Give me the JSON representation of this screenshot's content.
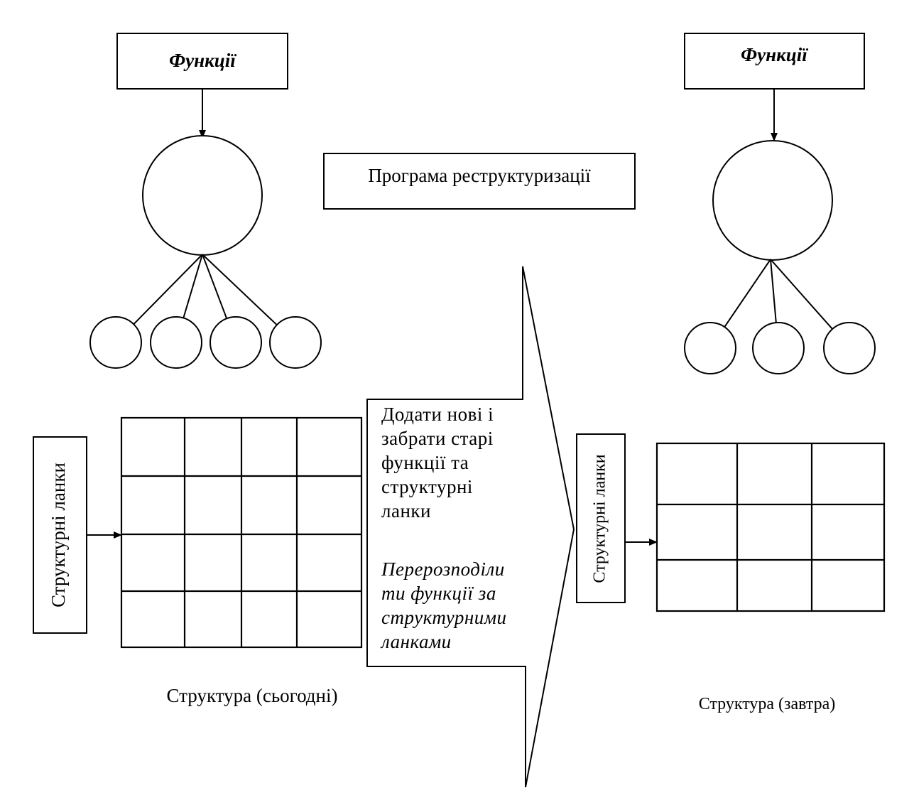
{
  "left": {
    "functions_title": "Функції",
    "units_label": "Структурні ланки",
    "caption": "Структура (сьогодні)",
    "child_count": 4,
    "grid": {
      "rows": 4,
      "cols": 4
    }
  },
  "center": {
    "program_title": "Програма реструктуризації",
    "action1_lines": [
      "Додати нові і",
      "забрати старі",
      "функції та",
      "структурні",
      "ланки"
    ],
    "action2_lines": [
      "Перерозподіли",
      "ти функції за",
      "структурними",
      "ланками"
    ]
  },
  "right": {
    "functions_title": "Функції",
    "units_label": "Структурні ланки",
    "caption": "Структура (завтра)",
    "child_count": 3,
    "grid": {
      "rows": 3,
      "cols": 3
    }
  }
}
